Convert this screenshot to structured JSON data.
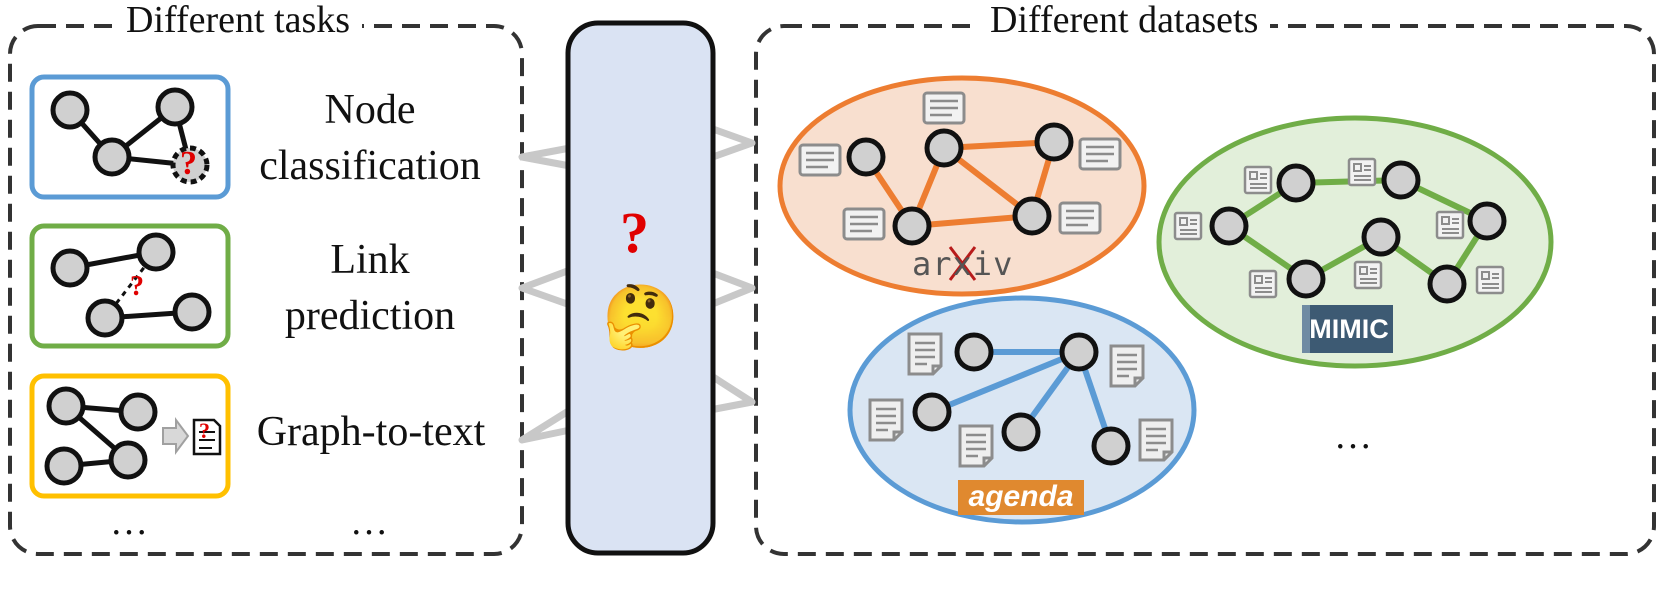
{
  "left_panel": {
    "title": "Different tasks",
    "tasks": [
      {
        "label_line1": "Node",
        "label_line2": "classification",
        "border_color": "#5B9BD5"
      },
      {
        "label_line1": "Link",
        "label_line2": "prediction",
        "border_color": "#70AD47"
      },
      {
        "label_line1": "Graph-to-text",
        "label_line2": "",
        "border_color": "#FFC000"
      }
    ],
    "ellipsis_icons": "…",
    "ellipsis_labels": "…",
    "question_mark": "?"
  },
  "center": {
    "question_mark": "?",
    "emoji": "🤔",
    "fill_color": "#DAE3F3"
  },
  "right_panel": {
    "title": "Different datasets",
    "datasets": [
      {
        "logo": "arxiv",
        "fill": "#F8DFCF",
        "stroke": "#ED7D31"
      },
      {
        "logo": "MIMIC",
        "fill": "#E2EFDA",
        "stroke": "#70AD47"
      },
      {
        "logo": "agenda",
        "fill": "#DAE6F3",
        "stroke": "#5B9BD5"
      }
    ],
    "ellipsis": "…"
  },
  "colors": {
    "node_fill": "#D0D0D0",
    "node_stroke": "#111111",
    "question_red": "#E00000",
    "arrow_gray": "#C8C8C8"
  }
}
